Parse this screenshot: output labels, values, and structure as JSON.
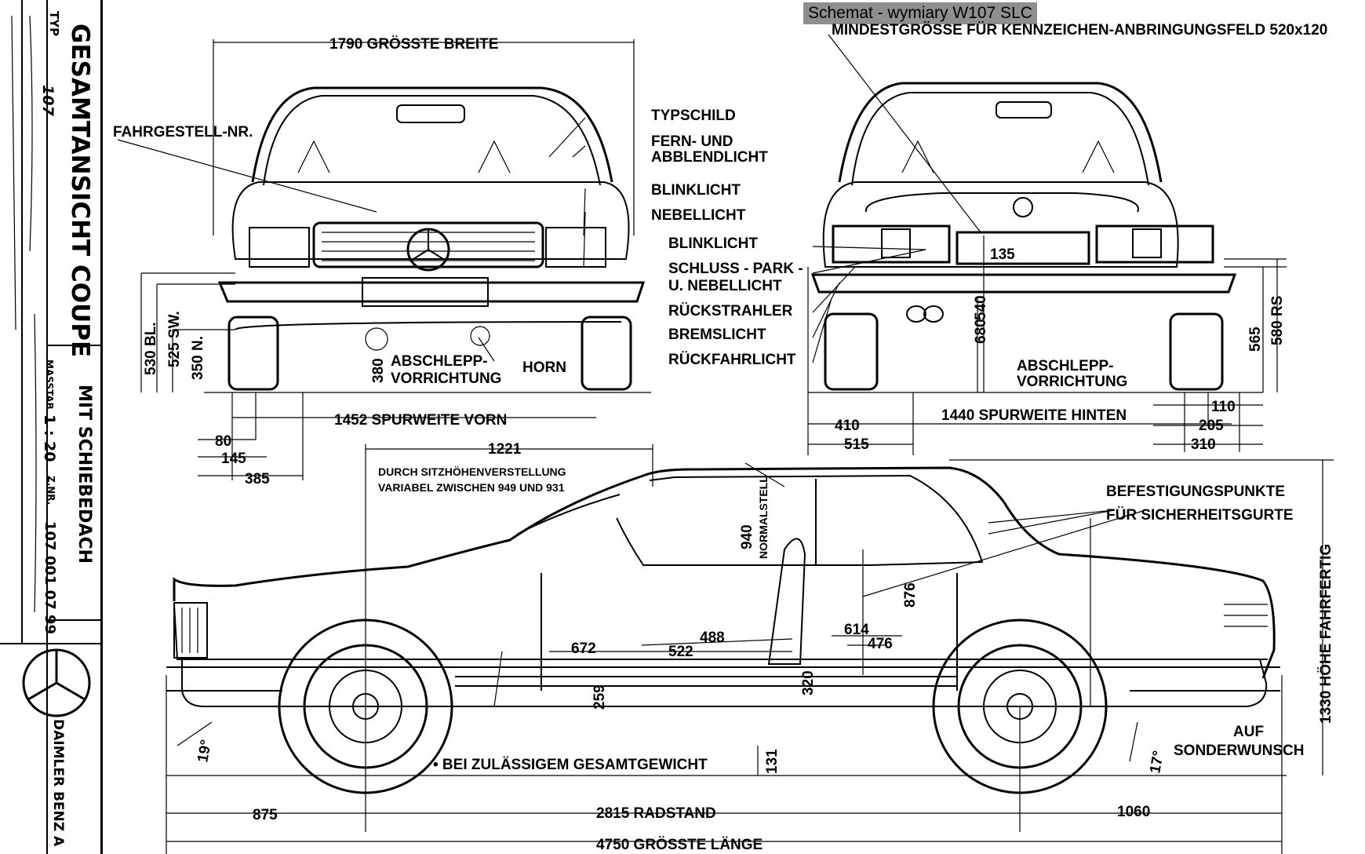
{
  "caption": "Schemat - wymiary W107 SLC",
  "title_block": {
    "typ_label": "TYP",
    "typ_value": "107",
    "title_line1": "GESAMTANSICHT COUPE",
    "title_line2": "MIT SCHIEBEDACH",
    "masstab_label": "MASSTAB",
    "masstab_value": "1 : 20",
    "znr_label": "Z.NR.",
    "znr_value": "107 001 07 99",
    "manufacturer": "DAIMLER BENZ A"
  },
  "front_view": {
    "width_dim": "1790 GRÖSSTE BREITE",
    "chassis_no": "FAHRGESTELL-NR.",
    "typschild": "TYPSCHILD",
    "fern_line1": "FERN- UND",
    "fern_line2": "ABBLENDLICHT",
    "blinklicht": "BLINKLICHT",
    "nebellicht": "NEBELLICHT",
    "abschlepp_line1": "ABSCHLEPP-",
    "abschlepp_line2": "VORRICHTUNG",
    "horn": "HORN",
    "h530": "530 BL.",
    "h525": "525 SW.",
    "h350": "350 N.",
    "h380": "380",
    "track": "1452 SPURWEITE VORN",
    "d80": "80",
    "d145": "145",
    "d385": "385"
  },
  "rear_view": {
    "plate_field": "MINDESTGRÖSSE FÜR KENNZEICHEN-ANBRINGUNGSFELD 520x120",
    "blinklicht": "BLINKLICHT",
    "schluss_line1": "SCHLUSS - PARK -",
    "schluss_line2": "U. NEBELLICHT",
    "rueckstrahler": "RÜCKSTRAHLER",
    "bremslicht": "BREMSLICHT",
    "rueckfahrlicht": "RÜCKFAHRLICHT",
    "d135": "135",
    "d540": "540",
    "d680": "680",
    "abschlepp_line1": "ABSCHLEPP-",
    "abschlepp_line2": "VORRICHTUNG",
    "h565": "565",
    "h580": "580 RS",
    "track": "1440 SPURWEITE HINTEN",
    "d410": "410",
    "d515": "515",
    "d110": "110",
    "d205": "205",
    "d310": "310"
  },
  "side_view": {
    "d1221": "1221",
    "seat_line1": "DURCH SITZHÖHENVERSTELLUNG",
    "seat_line2": "VARIABEL ZWISCHEN 949 UND 931",
    "d940": "940",
    "normalstell": "NORMALSTELL",
    "belt_line1": "BEFESTIGUNGSPUNKTE",
    "belt_line2": "FÜR SICHERHEITSGURTE",
    "height": "1330 HÖHE FAHRFERTIG",
    "d876": "876",
    "d672": "672",
    "d522": "522",
    "d488": "488",
    "d614": "614",
    "d476": "476",
    "d259": "259",
    "d320": "320",
    "d131": "131",
    "angle_front": "19°",
    "angle_rear": "17°",
    "weight_note": "• BEI ZULÄSSIGEM GESAMTGEWICHT",
    "auf_line1": "AUF",
    "auf_line2": "SONDERWUNSCH",
    "d875": "875",
    "wheelbase": "2815 RADSTAND",
    "d1060": "1060",
    "length": "4750 GRÖSSTE LÄNGE"
  }
}
